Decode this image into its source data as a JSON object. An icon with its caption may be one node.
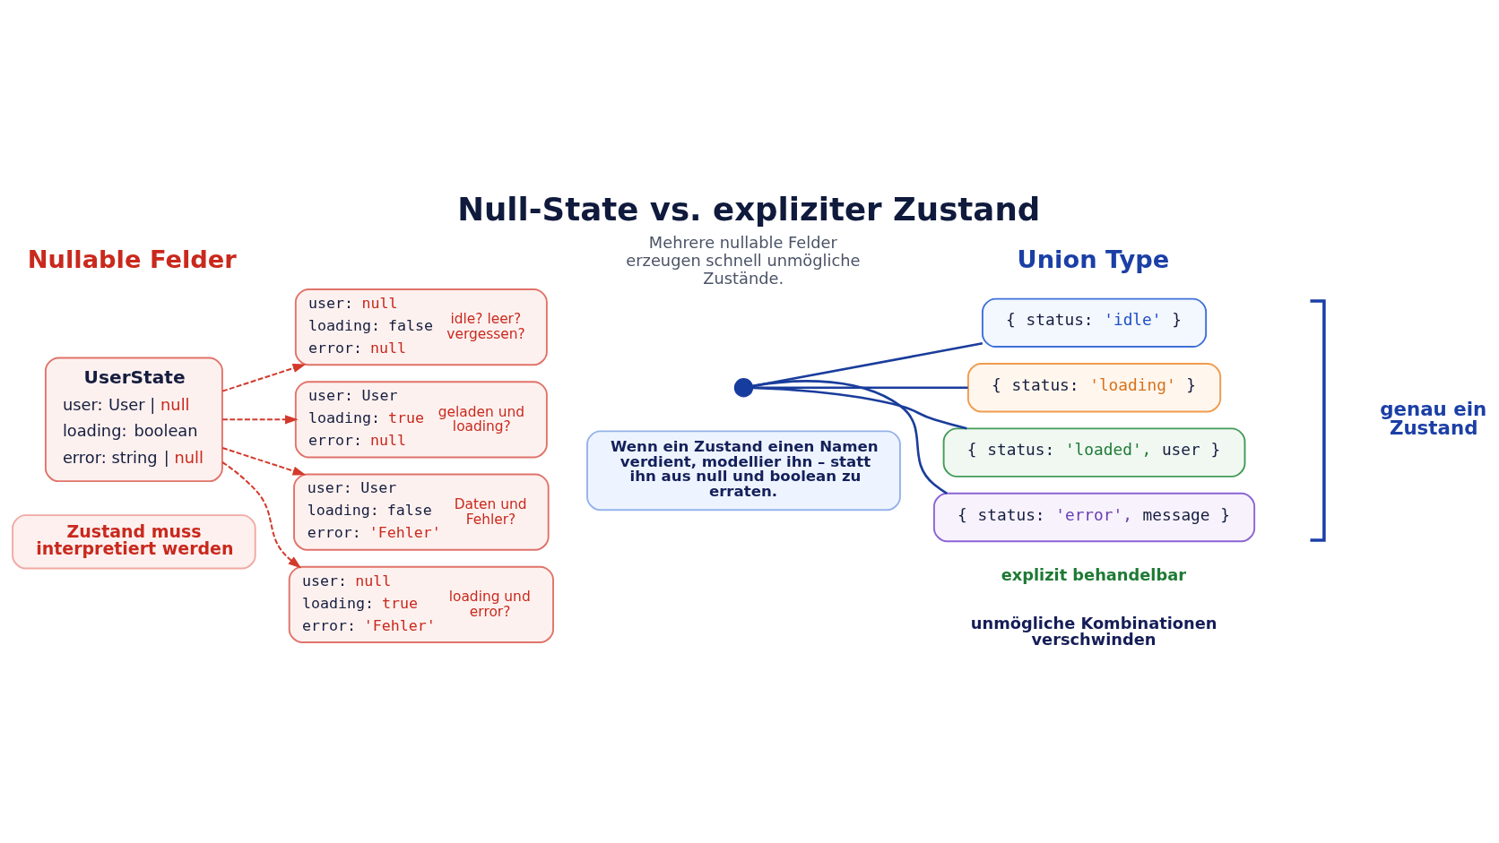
{
  "diagram": {
    "title": "Null-State vs. expliziter Zustand",
    "nodes": [
      {
        "text": [
          "UserState",
          "user: User | null",
          "loading: boolean",
          "error: string | null"
        ]
      },
      {
        "text": [
          "user: null",
          "loading: false",
          "error: null",
          "idle? leer? vergessen?"
        ]
      },
      {
        "text": [
          "user: User",
          "loading: true",
          "error: null",
          "geladen und loading?"
        ]
      },
      {
        "text": [
          "user: User",
          "loading: false",
          "error: 'Fehler'",
          "Daten und Fehler?"
        ]
      },
      {
        "text": [
          "user: null",
          "loading: true",
          "error: 'Fehler'",
          "loading und error?"
        ]
      },
      {
        "text": [
          "Zustand muss interpretiert werden"
        ]
      },
      {
        "text": [],
        "shape": "circle"
      },
      {
        "text": [
          "{ status: 'idle' }"
        ]
      },
      {
        "text": [
          "{ status: 'loading' }"
        ]
      },
      {
        "text": [
          "{ status: 'loaded', user }"
        ]
      },
      {
        "text": [
          "{ status: 'error', message }"
        ]
      },
      {
        "text": [
          "Wenn ein Zustand einen Namen verdient, modellier ihn – statt ihn aus null und boolean zu erraten."
        ]
      }
    ],
    "edges": [
      {
        "from": 0,
        "to": 1,
        "arrow": "to",
        "style": "dashed",
        "color": "#d33a2c"
      },
      {
        "from": 0,
        "to": 2,
        "arrow": "to",
        "style": "dashed",
        "color": "#d33a2c"
      },
      {
        "from": 0,
        "to": 3,
        "arrow": "to",
        "style": "dashed",
        "color": "#d33a2c"
      },
      {
        "from": 0,
        "to": 4,
        "arrow": "to",
        "style": "dashed",
        "color": "#d33a2c"
      },
      {
        "from": 6,
        "to": 7,
        "arrow": "none",
        "color": "#1a3d9c"
      },
      {
        "from": 6,
        "to": 8,
        "arrow": "none",
        "color": "#1a3d9c"
      },
      {
        "from": 6,
        "to": 9,
        "arrow": "none",
        "color": "#1a3d9c"
      },
      {
        "from": 6,
        "to": 10,
        "arrow": "none",
        "color": "#1a3d9c"
      }
    ],
    "labels": [
      "Mehrere nullable Felder erzeugen schnell unmögliche Zustände.",
      "Nullable Felder",
      "Union Type",
      "genau ein Zustand",
      "explizit behandelbar",
      "unmögliche Kombinationen verschwinden"
    ]
  }
}
